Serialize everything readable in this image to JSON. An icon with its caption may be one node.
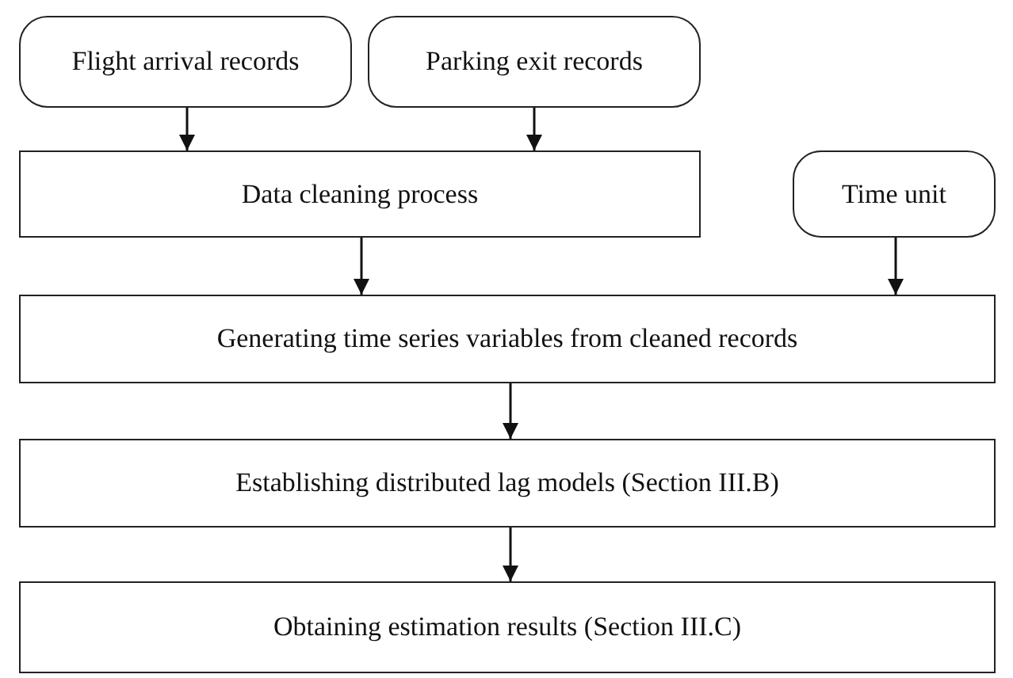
{
  "diagram": {
    "nodes": [
      {
        "text": [
          "Flight arrival records"
        ]
      },
      {
        "text": [
          "Parking exit records"
        ]
      },
      {
        "text": [
          "Data cleaning process"
        ]
      },
      {
        "text": [
          "Time unit"
        ]
      },
      {
        "text": [
          "Generating time series variables from cleaned records"
        ]
      },
      {
        "text": [
          "Establishing distributed lag models (Section III.B)"
        ]
      },
      {
        "text": [
          "Obtaining estimation results (Section III.C)"
        ]
      }
    ],
    "edges": [
      {
        "from": 0,
        "to": 2,
        "arrow": "to"
      },
      {
        "from": 1,
        "to": 2,
        "arrow": "to"
      },
      {
        "from": 2,
        "to": 4,
        "arrow": "to"
      },
      {
        "from": 3,
        "to": 4,
        "arrow": "to"
      },
      {
        "from": 4,
        "to": 5,
        "arrow": "to"
      },
      {
        "from": 5,
        "to": 6,
        "arrow": "to"
      }
    ]
  }
}
